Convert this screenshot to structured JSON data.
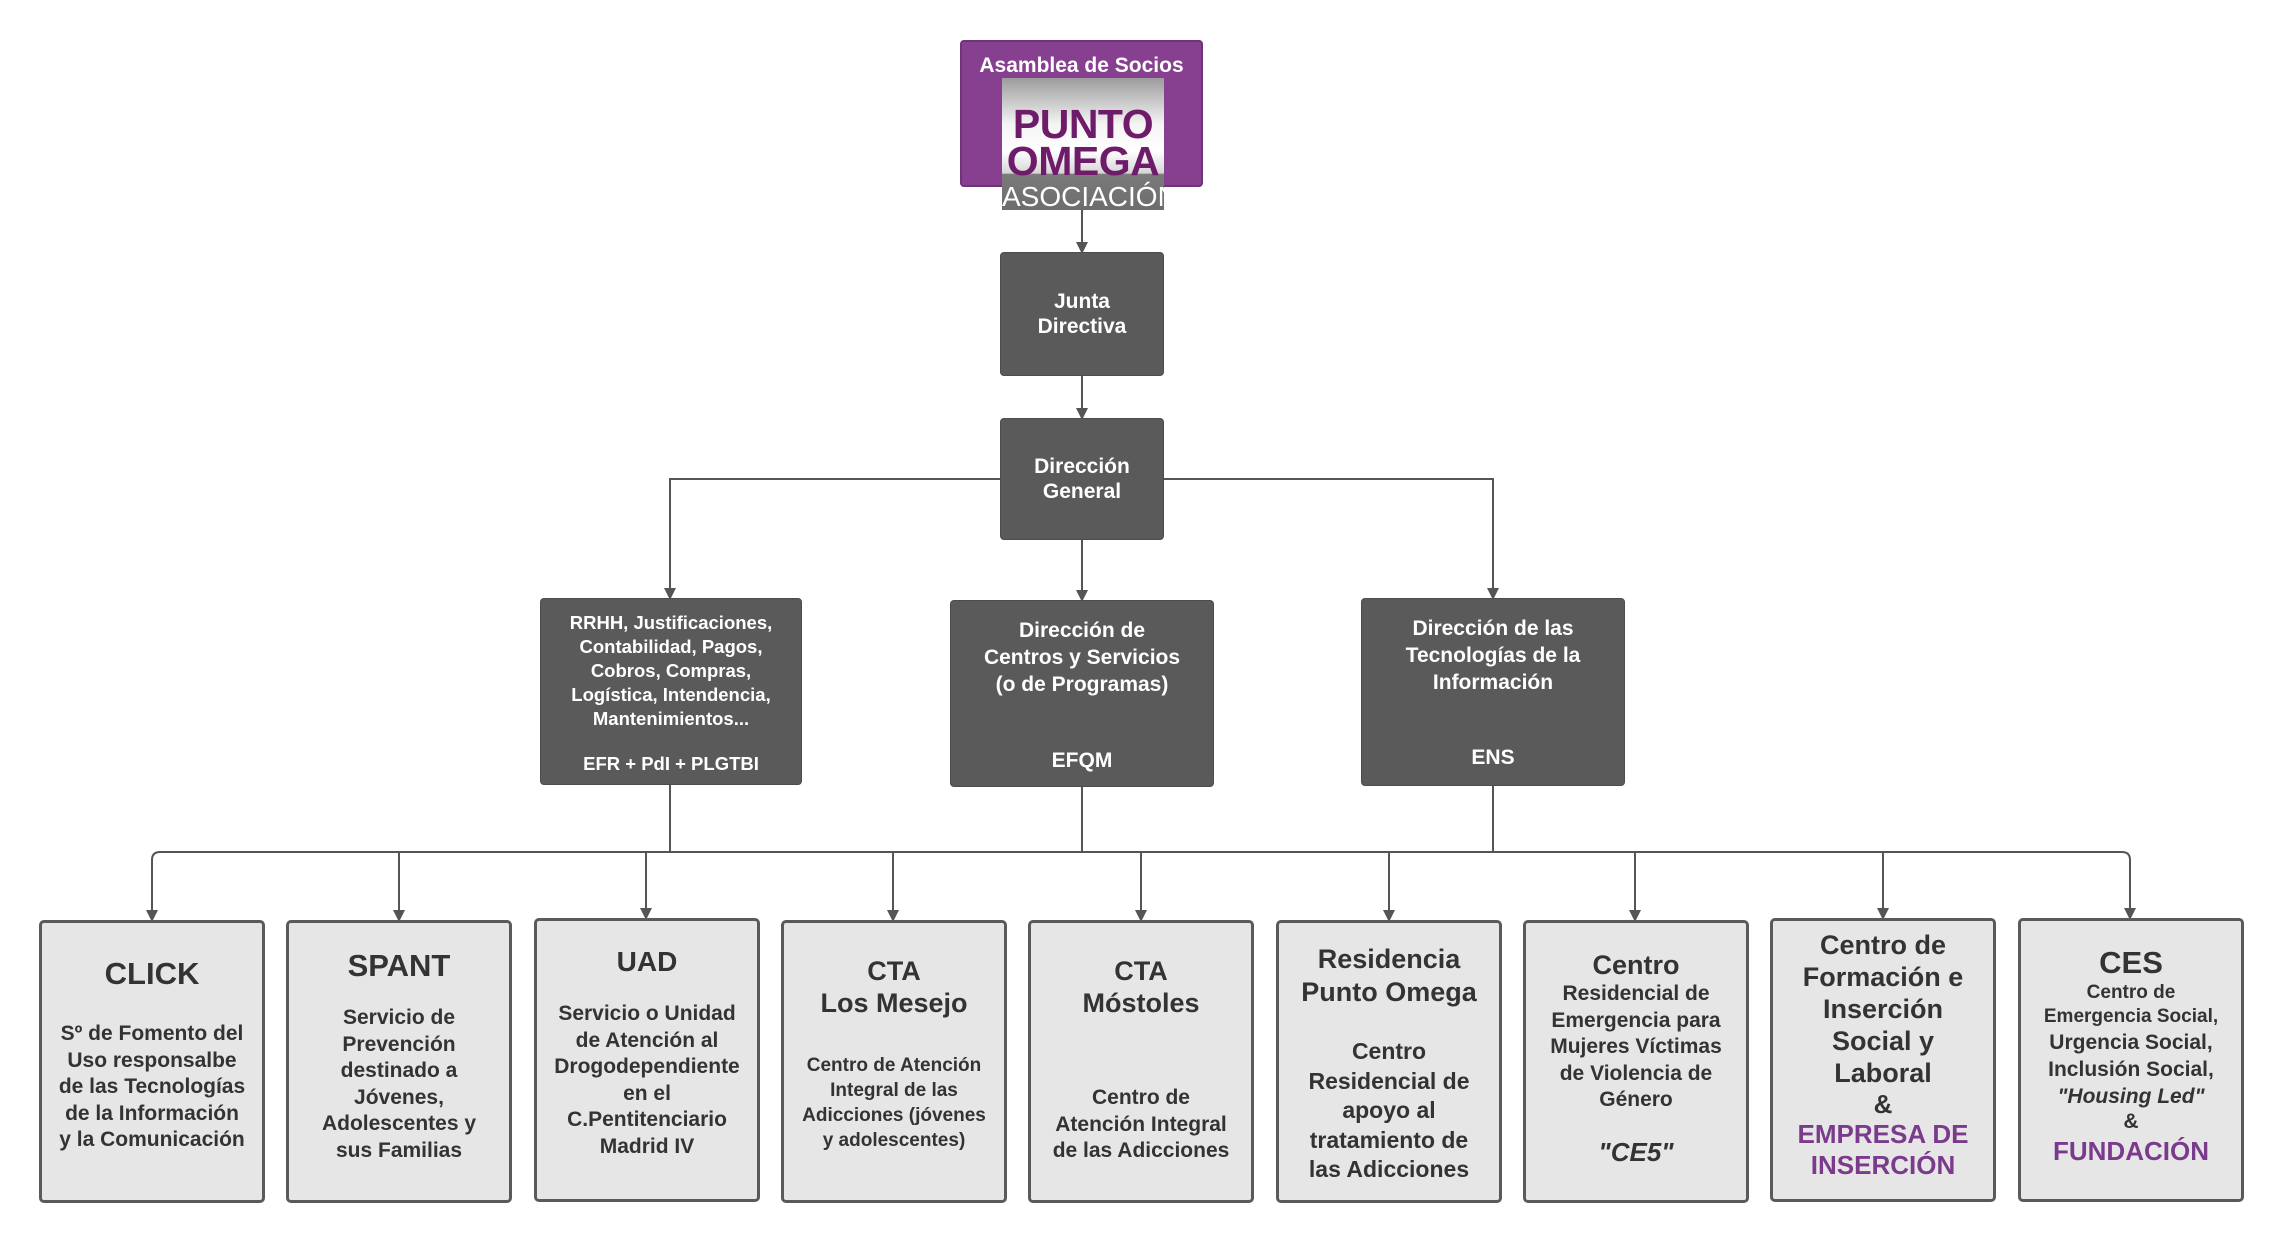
{
  "colors": {
    "dark_box": "#5a5a5a",
    "light_box": "#e6e6e6",
    "accent_purple": "#86408f",
    "logo_text": "#6e1c6a",
    "connector": "#555555"
  },
  "top": {
    "title": "Asamblea de Socios",
    "logo": {
      "line1": "PUNTO",
      "line2": "OMEGA",
      "line3": "ASOCIACIÓN"
    }
  },
  "junta": {
    "line1": "Junta",
    "line2": "Directiva"
  },
  "direccion_general": {
    "line1": "Dirección",
    "line2": "General"
  },
  "departments": [
    {
      "lines": [
        "RRHH, Justificaciones,",
        "Contabilidad, Pagos,",
        "Cobros, Compras,",
        "Logística, Intendencia,",
        "Mantenimientos..."
      ],
      "footer": "EFR + PdI + PLGTBI"
    },
    {
      "lines": [
        "Dirección de",
        "Centros y Servicios",
        "(o de Programas)"
      ],
      "footer": "EFQM"
    },
    {
      "lines": [
        "Dirección de las",
        "Tecnologías de la",
        "Información"
      ],
      "footer": "ENS"
    }
  ],
  "centers": [
    {
      "title": [
        "CLICK"
      ],
      "desc": [
        "Sº de Fomento del",
        "Uso responsalbe",
        "de las Tecnologías",
        "de la Información",
        "y la Comunicación"
      ]
    },
    {
      "title": [
        "SPANT"
      ],
      "desc": [
        "Servicio de",
        "Prevención",
        "destinado a",
        "Jóvenes,",
        "Adolescentes y",
        "sus Familias"
      ]
    },
    {
      "title": [
        "UAD"
      ],
      "desc": [
        "Servicio o Unidad",
        "de Atención al",
        "Drogodependiente",
        "en el",
        "C.Pentitenciario",
        "Madrid IV"
      ]
    },
    {
      "title": [
        "CTA",
        "Los Mesejo"
      ],
      "desc": [
        "Centro de Atención",
        "Integral de las",
        "Adicciones (jóvenes",
        "y adolescentes)"
      ]
    },
    {
      "title": [
        "CTA",
        "Móstoles"
      ],
      "desc": [
        "Centro de",
        "Atención Integral",
        "de las Adicciones"
      ]
    },
    {
      "title": [
        "Residencia",
        "Punto Omega"
      ],
      "desc": [
        "Centro",
        "Residencial de",
        "apoyo al",
        "tratamiento de",
        "las Adicciones"
      ]
    },
    {
      "title": [
        "Centro"
      ],
      "desc": [
        "Residencial de",
        "Emergencia para",
        "Mujeres Víctimas",
        "de Violencia de",
        "Género"
      ],
      "extra": "\"CE5\""
    },
    {
      "title": [
        "Centro de",
        "Formación e",
        "Inserción",
        "Social y",
        "Laboral"
      ],
      "amp": "&",
      "highlight": [
        "EMPRESA DE",
        "INSERCIÓN"
      ]
    },
    {
      "title": [
        "CES"
      ],
      "desc": [
        "Centro de",
        "Emergencia Social,",
        "Urgencia Social,",
        "Inclusión Social,"
      ],
      "italic": "\"Housing Led\"",
      "amp": "&",
      "highlight": [
        "FUNDACIÓN"
      ]
    }
  ]
}
